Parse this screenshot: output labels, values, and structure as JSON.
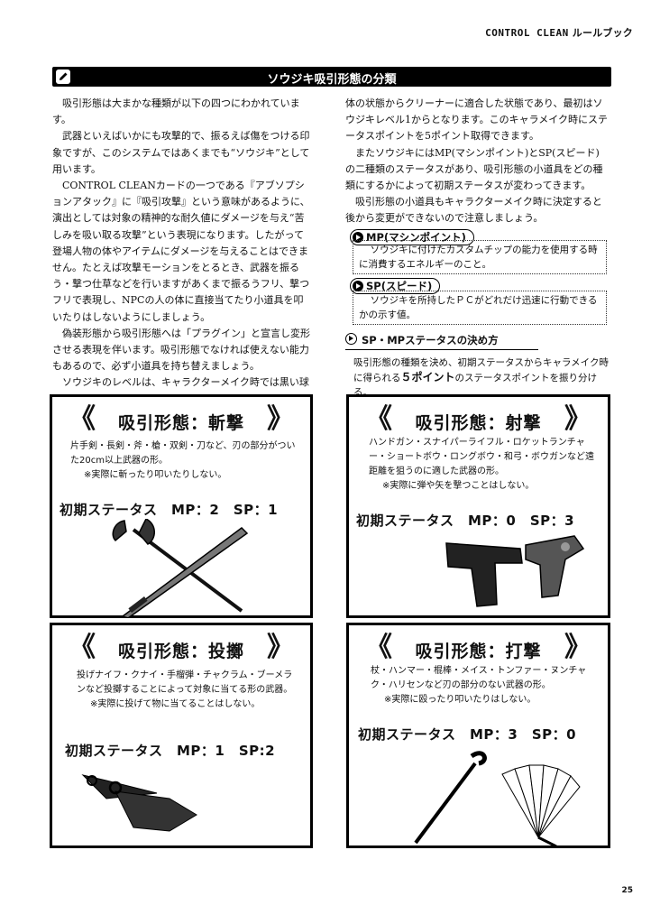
{
  "header": {
    "brand": "CONTROL CLEAN",
    "subtitle": "ルールブック"
  },
  "section": {
    "title": "ソウジキ吸引形態の分類",
    "icon": "pencil-icon"
  },
  "left_column": [
    "吸引形態は大まかな種類が以下の四つにわかれています。",
    "武器といえばいかにも攻撃的で、振るえば傷をつける印象ですが、このシステムではあくまでも“ソウジキ”として用います。",
    "CONTROL CLEANカードの一つである『アブソプションアタック』に『吸引攻撃』という意味があるように、演出としては対象の精神的な耐久値にダメージを与え“苦しみを吸い取る攻撃”という表現になります。したがって登場人物の体やアイテムにダメージを与えることはできません。たとえば攻撃モーションをとるとき、武器を振るう・撃つ仕草などを行いますがあくまで振るうフリ、撃つフリで表現し、NPCの人の体に直接当てたり小道具を叩いたりはしないようにしましょう。",
    "偽装形態から吸引形態へは「プラグイン」と宣言し変形させる表現を伴います。吸引形態でなければ使えない能力もあるので、必ず小道具を持ち替えましょう。",
    "ソウジキのレベルは、キャラクターメイク時では黒い球"
  ],
  "right_column": [
    "体の状態からクリーナーに適合した状態であり、最初はソウジキレベル1からとなります。このキャラメイク時にステータスポイントを5ポイント取得できます。",
    "またソウジキにはMP(マシンポイント)とSP(スピード)の二種類のステータスがあり、吸引形態の小道具をどの種類にするかによって初期ステータスが変わってきます。",
    "吸引形態の小道具もキャラクターメイク時に決定すると後から変更ができないので注意しましょう。"
  ],
  "mp_box": {
    "label": "MP(マシンポイント)",
    "text": "ソウジキに付けたカスタムチップの能力を使用する時に消費するエネルギーのこと。"
  },
  "sp_box": {
    "label": "SP(スピード)",
    "text": "ソウジキを所持したＰＣがどれだけ迅速に行動できるかの示す値。"
  },
  "status_rule": {
    "heading": "SP・MPステータスの決め方",
    "text_before": "吸引形態の種類を決め、初期ステータスからキャラメイク時に得られる",
    "highlight": "５ポイント",
    "text_after": "のステータスポイントを振り分ける。"
  },
  "cards": [
    {
      "title": "吸引形態：斬撃",
      "desc": "片手剣・長剣・斧・槍・双剣・刀など、刃の部分がついた20cm以上武器の形。",
      "note": "※実際に斬ったり叩いたりしない。",
      "stats": "初期ステータス　MP：2　SP：1",
      "icon": "axe-and-sword-icon"
    },
    {
      "title": "吸引形態：射撃",
      "desc": "ハンドガン・スナイパーライフル・ロケットランチャー・ショートボウ・ロングボウ・和弓・ボウガンなど遠距離を狙うのに適した武器の形。",
      "note": "※実際に弾や矢を撃つことはしない。",
      "stats": "初期ステータス　MP：0　SP：3",
      "icon": "pistols-icon"
    },
    {
      "title": "吸引形態：投擲",
      "desc": "投げナイフ・クナイ・手榴弾・チャクラム・ブーメランなど投擲することによって対象に当てる形の武器。",
      "note": "※実際に投げて物に当てることはしない。",
      "stats": "初期ステータス　MP：1　SP:2",
      "icon": "kunai-icon"
    },
    {
      "title": "吸引形態：打撃",
      "desc": "杖・ハンマー・棍棒・メイス・トンファー・ヌンチャク・ハリセンなど刃の部分のない武器の形。",
      "note": "※実際に殴ったり叩いたりはしない。",
      "stats": "初期ステータス　MP：3　SP：0",
      "icon": "staff-and-fan-icon"
    }
  ],
  "page_number": "25"
}
